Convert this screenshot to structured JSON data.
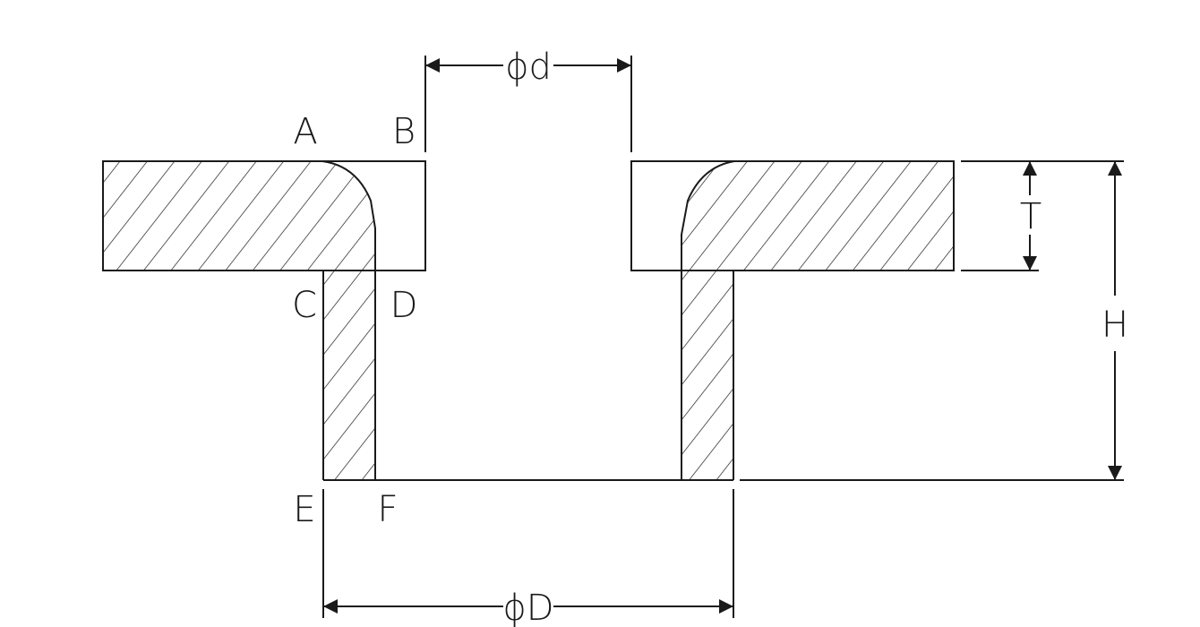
{
  "diagram": {
    "point_labels": {
      "a": "A",
      "b": "B",
      "c": "C",
      "d": "D",
      "e": "E",
      "f": "F"
    },
    "dimensions": {
      "inner_diameter": "ϕd",
      "outer_diameter": "ϕD",
      "thickness": "T",
      "height": "H"
    },
    "colors": {
      "line": "#1a1a1a",
      "background": "#ffffff"
    }
  }
}
